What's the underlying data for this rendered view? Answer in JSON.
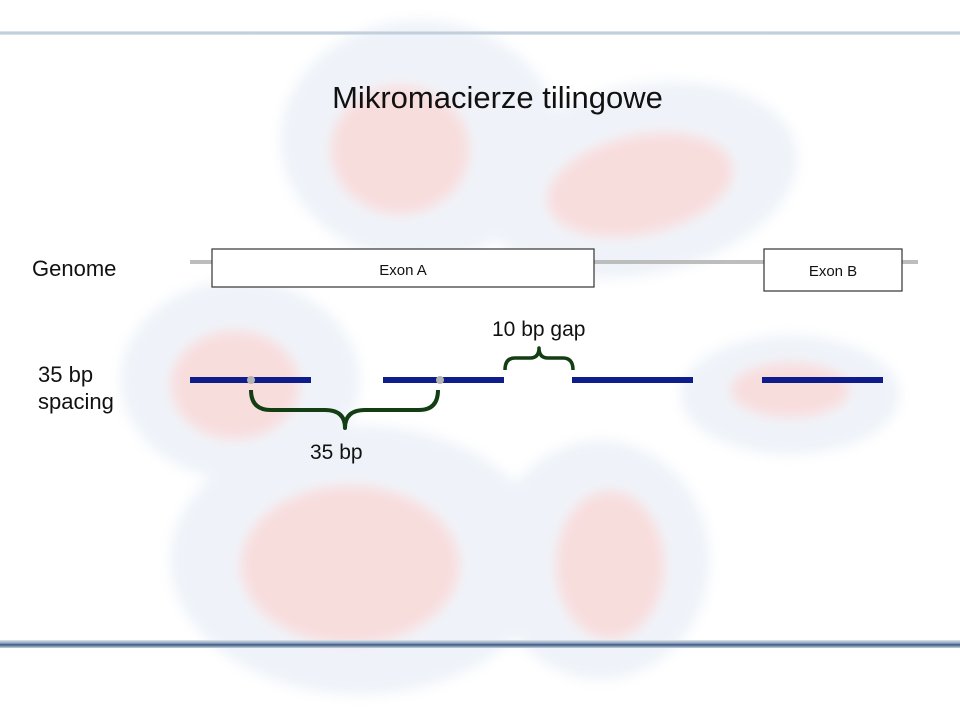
{
  "slide": {
    "title": "Mikromacierze tilingowe"
  },
  "diagram": {
    "genome_label": "Genome",
    "exon_a_label": "Exon A",
    "exon_b_label": "Exon B",
    "spacing_label_line1": "35 bp",
    "spacing_label_line2": "spacing",
    "gap_label": "10 bp gap",
    "bracket_label": "35 bp",
    "colors": {
      "probe": "#0f1c8c",
      "genome_line": "#bdbdbd",
      "bracket": "#133d13",
      "exon_border": "#333333"
    }
  }
}
